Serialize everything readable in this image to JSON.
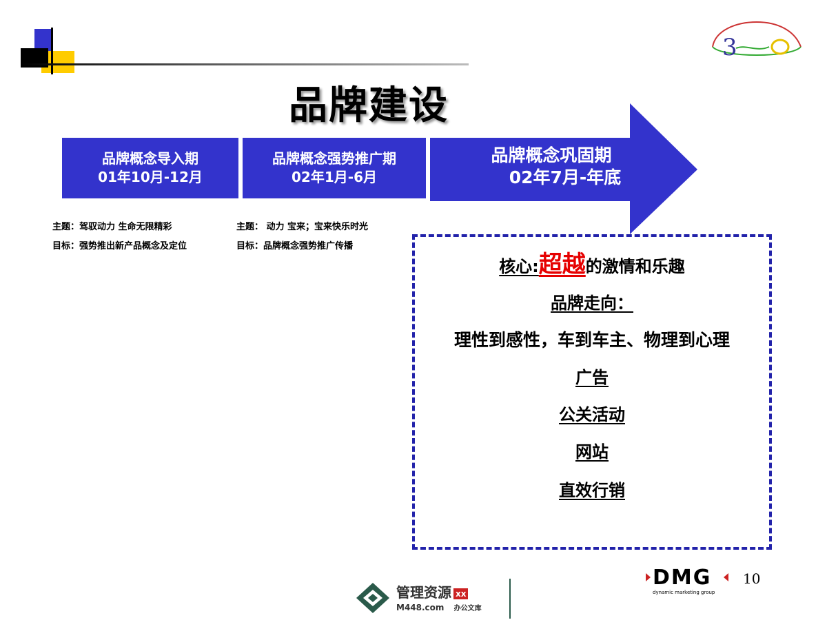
{
  "slide": {
    "title": "品牌建设",
    "page_number": "10"
  },
  "timeline": {
    "phase1": {
      "name": "品牌概念导入期",
      "period": "01年10月-12月"
    },
    "phase2": {
      "name": "品牌概念强势推广期",
      "period": "02年1月-6月"
    },
    "phase3": {
      "name": "品牌概念巩固期",
      "period": "02年7月-年底"
    }
  },
  "notes": {
    "phase1_theme": "主题：驾驭动力 生命无限精彩",
    "phase1_goal": "目标：强势推出新产品概念及定位",
    "phase2_theme": "主题：  动力 宝来；宝来快乐时光",
    "phase2_goal": "目标：品牌概念强势推广传播"
  },
  "core_box": {
    "core_prefix": "核心:",
    "core_highlight": "超越",
    "core_suffix": "的激情和乐趣",
    "direction_heading": "品牌走向：",
    "direction_text": "理性到感性，车到车主、物理到心理",
    "channels": [
      "广告",
      "公关活动",
      "网站",
      "直效行销"
    ]
  },
  "footer": {
    "site_name": "管理资源",
    "site_badge": "xx",
    "site_url": "M448.com",
    "site_tag": "办公文库",
    "company_logo": "DMG",
    "company_tagline": "dynamic marketing group"
  },
  "colors": {
    "accent_blue": "#3333cc",
    "highlight_red": "#e60000",
    "accent_yellow": "#ffcc00"
  }
}
